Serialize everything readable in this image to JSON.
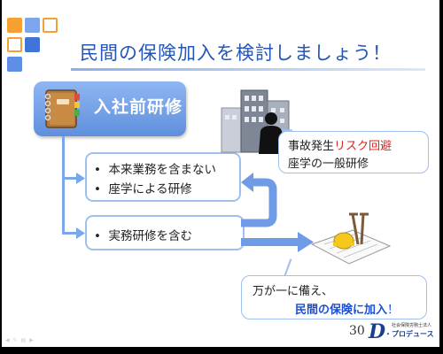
{
  "slide": {
    "title": "民間の保険加入を検討しましょう！",
    "page_number": "30"
  },
  "training": {
    "label": "入社前研修",
    "icon": "notebook-icon"
  },
  "box_upper": {
    "bullets": [
      "本来業務を含まない",
      "座学による研修"
    ]
  },
  "box_lower": {
    "bullets": [
      "実務研修を含む"
    ]
  },
  "callout_upper": {
    "line1_prefix": "事故発生",
    "line1_highlight": "リスク回避",
    "line2": "座学の一般研修"
  },
  "callout_lower": {
    "line1": "万が一に備え、",
    "line2_highlight": "民間の保険に加入",
    "line2_suffix": "！"
  },
  "logo": {
    "mark": "D",
    "org": "社会保険労務士法人",
    "name": "・プロデュース"
  },
  "colors": {
    "title": "#2456b8",
    "accent_box": "#6f9be6",
    "risk_red": "#e0201b",
    "insurance_blue": "#1a4fd6",
    "orange": "#f0941e"
  },
  "icons": [
    "building-icon",
    "businessman-icon",
    "injury-crutches-icon",
    "arrow-right-icon",
    "arrow-left-icon"
  ]
}
